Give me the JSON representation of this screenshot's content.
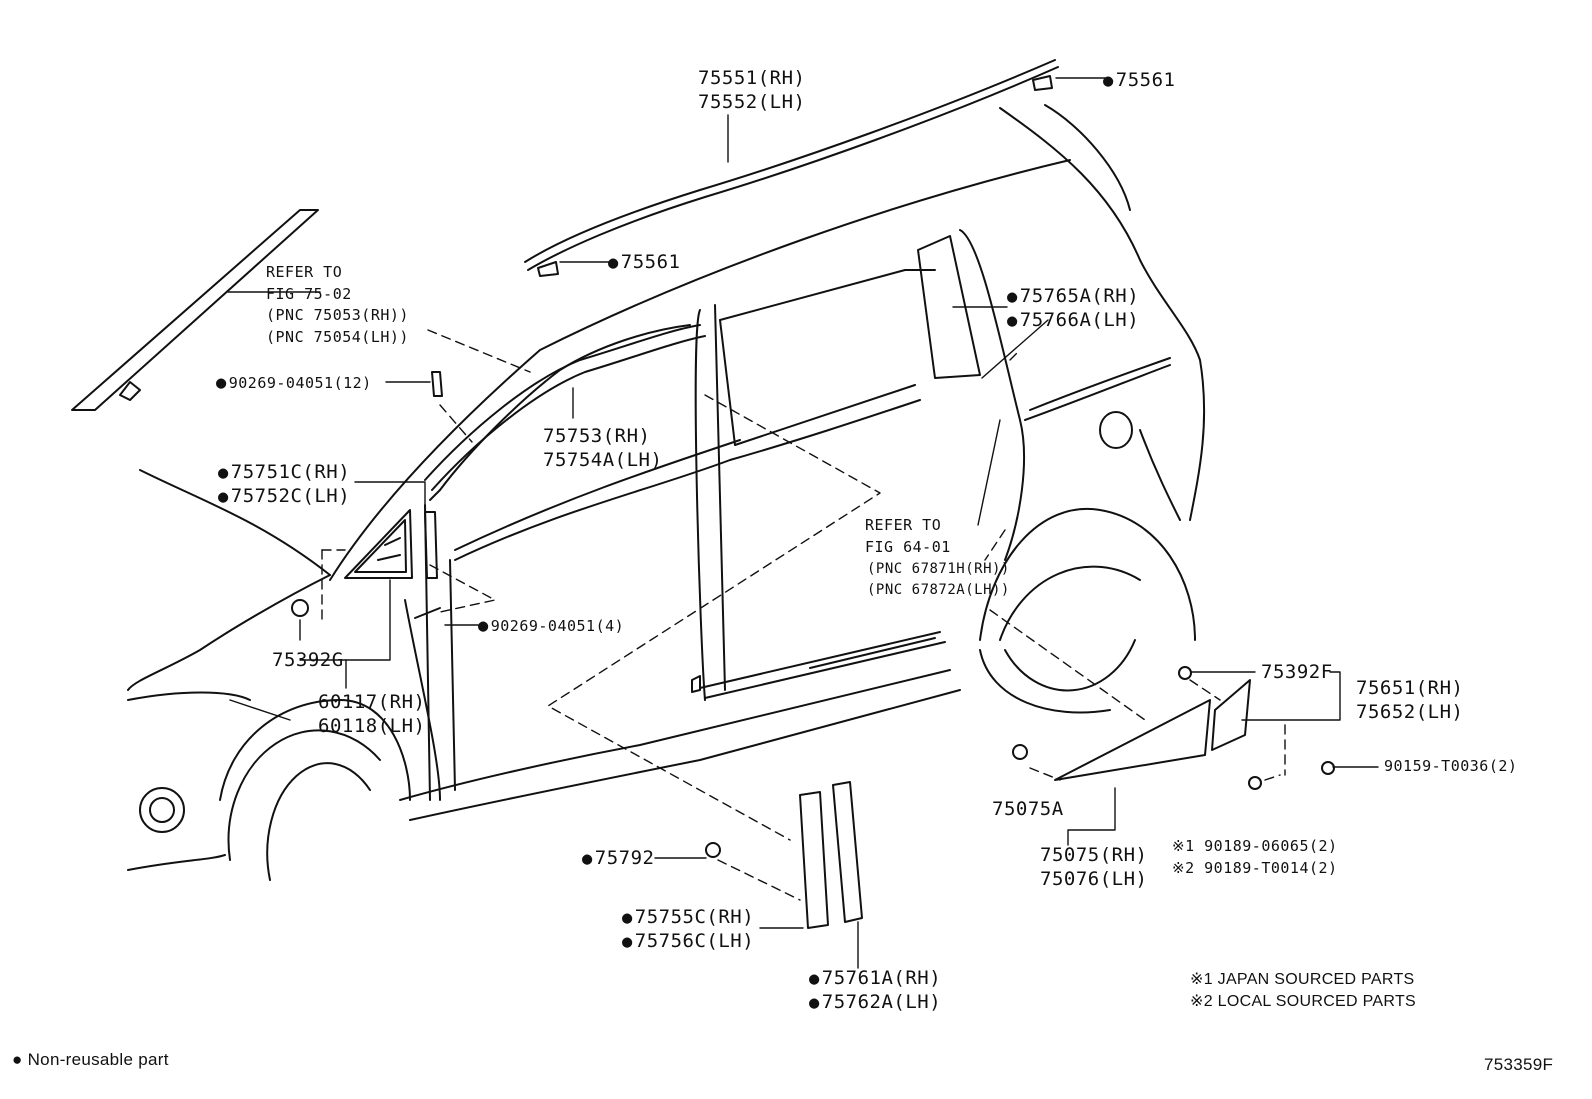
{
  "diagram_id": "753359F",
  "legend": {
    "dot_note": "Non-reusable part"
  },
  "notes": {
    "n1": "※1 JAPAN SOURCED PARTS",
    "n2": "※2 LOCAL SOURCED PARTS"
  },
  "parts": {
    "p75551": "75551(RH)",
    "p75552": "75552(LH)",
    "p75561_top": "75561",
    "p75561_mid": "75561",
    "p75765A": "75765A(RH)",
    "p75766A": "75766A(LH)",
    "p75753": "75753(RH)",
    "p75754A": "75754A(LH)",
    "p90269_12": "90269-04051(12)",
    "p75751C": "75751C(RH)",
    "p75752C": "75752C(LH)",
    "p90269_4": "90269-04051(4)",
    "p75392G": "75392G",
    "p60117": "60117(RH)",
    "p60118": "60118(LH)",
    "p75392F": "75392F",
    "p75651": "75651(RH)",
    "p75652": "75652(LH)",
    "p90159": "90159-T0036(2)",
    "p75075A": "75075A",
    "p75075": "75075(RH)",
    "p75076": "75076(LH)",
    "p90189_06065": "※1 90189-06065(2)",
    "p90189_T0014": "※2 90189-T0014(2)",
    "p75792": "75792",
    "p75755C": "75755C(RH)",
    "p75756C": "75756C(LH)",
    "p75761A": "75761A(RH)",
    "p75762A": "75762A(LH)"
  },
  "refs": {
    "r1_l1": "REFER TO",
    "r1_l2": "FIG 75-02",
    "r1_l3": "(PNC 75053(RH))",
    "r1_l4": "(PNC 75054(LH))",
    "r2_l1": "REFER TO",
    "r2_l2": "FIG 64-01",
    "r2_l3": "(PNC 67871H(RH))",
    "r2_l4": "(PNC 67872A(LH))"
  }
}
